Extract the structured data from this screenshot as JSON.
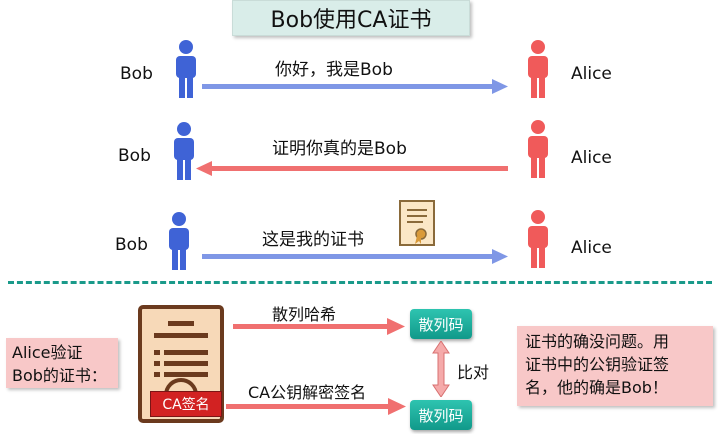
{
  "title": "Bob使用CA证书",
  "rows": [
    {
      "left": "Bob",
      "right": "Alice",
      "message": "你好，我是Bob"
    },
    {
      "left": "Bob",
      "right": "Alice",
      "message": "证明你真的是Bob"
    },
    {
      "left": "Bob",
      "right": "Alice",
      "message": "这是我的证书"
    }
  ],
  "verify": {
    "left_note": [
      "Alice验证",
      "Bob的证书："
    ],
    "hash_label": "散列哈希",
    "decrypt_label": "CA公钥解密签名",
    "digest_top": "散列码",
    "digest_bottom": "散列码",
    "compare": "比对",
    "ca_signature": "CA签名",
    "conclusion": [
      "证书的确没问题。用",
      "证书中的公钥验证签",
      "名，他的确是Bob！"
    ]
  },
  "colors": {
    "bob": "#3f63d6",
    "alice": "#f05a5a",
    "arrow_blue": "#7f97e6",
    "arrow_red": "#f07070",
    "divider": "#1a9a8a",
    "note_bg": "#f8c8c8"
  }
}
